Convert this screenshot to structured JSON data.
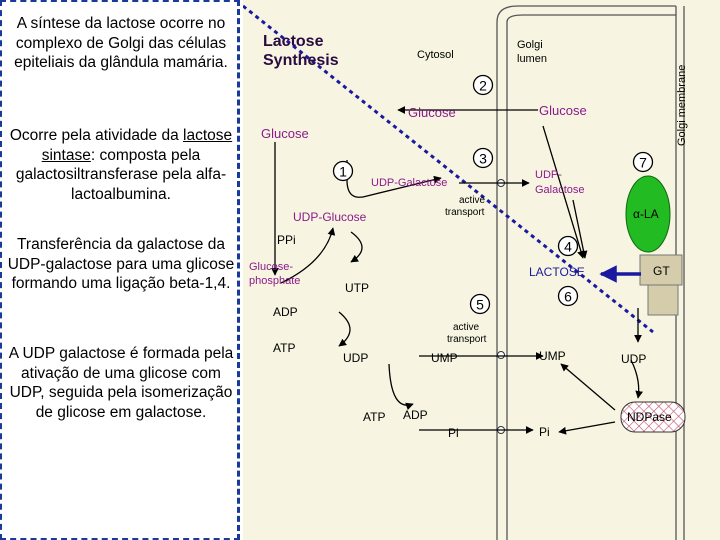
{
  "left_panel": {
    "p1": "A síntese da lactose ocorre no complexo de Golgi das células epiteliais da glândula mamária.",
    "p2_pre": "Ocorre pela atividade da ",
    "p2_underlined": "lactose sintase",
    "p2_post": ": composta pela galactosiltransferase pela alfa- lactoalbumina.",
    "p3": "Transferência da galactose da UDP-galactose para uma glicose formando uma ligação beta-1,4.",
    "p4": "A UDP galactose é formada pela ativação de uma glicose com UDP, seguida pela isomerização de glicose em galactose."
  },
  "diagram": {
    "title_line1": "Lactose",
    "title_line2": "Synthesis",
    "cytosol": "Cytosol",
    "golgi_lumen_line1": "Golgi",
    "golgi_lumen_line2": "lumen",
    "golgi_membrane": "Golgi membrane",
    "glucose_left": "Glucose",
    "glucose_mid": "Glucose",
    "glucose_right": "Glucose",
    "step1": "1",
    "step2": "2",
    "step3": "3",
    "step4": "4",
    "step5": "5",
    "step6": "6",
    "step7": "7",
    "udp_galactose": "UDP-Galactose",
    "udp_galactose_lumen_line1": "UDP-",
    "udp_galactose_lumen_line2": "Galactose",
    "active_transport_1_line1": "active",
    "active_transport_1_line2": "transport",
    "active_transport_2_line1": "active",
    "active_transport_2_line2": "transport",
    "udp_glucose": "UDP-Glucose",
    "ppi": "PPi",
    "glucose_phosphate_line1": "Glucose-",
    "glucose_phosphate_line2": "phosphate",
    "utp": "UTP",
    "adp_left": "ADP",
    "atp_left": "ATP",
    "udp_cyt": "UDP",
    "ump_cyt": "UMP",
    "ump_lumen": "UMP",
    "udp_lumen": "UDP",
    "atp_bottom": "ATP",
    "adp_bottom": "ADP",
    "pi_cyt": "Pi",
    "pi_lumen": "Pi",
    "lactose": "LACTOSE",
    "alpha_la": "α-LA",
    "gt": "GT",
    "ndpase": "NDPase"
  },
  "colors": {
    "background": "#ffffff",
    "diagram_bg": "#f7f5e1",
    "text_purple": "#8b1a8b",
    "text_dark_purple": "#2a0a40",
    "arrow_blue": "#1a1aa0",
    "alpha_la_green": "#22bb22",
    "gt_box": "#d4ccaa"
  }
}
